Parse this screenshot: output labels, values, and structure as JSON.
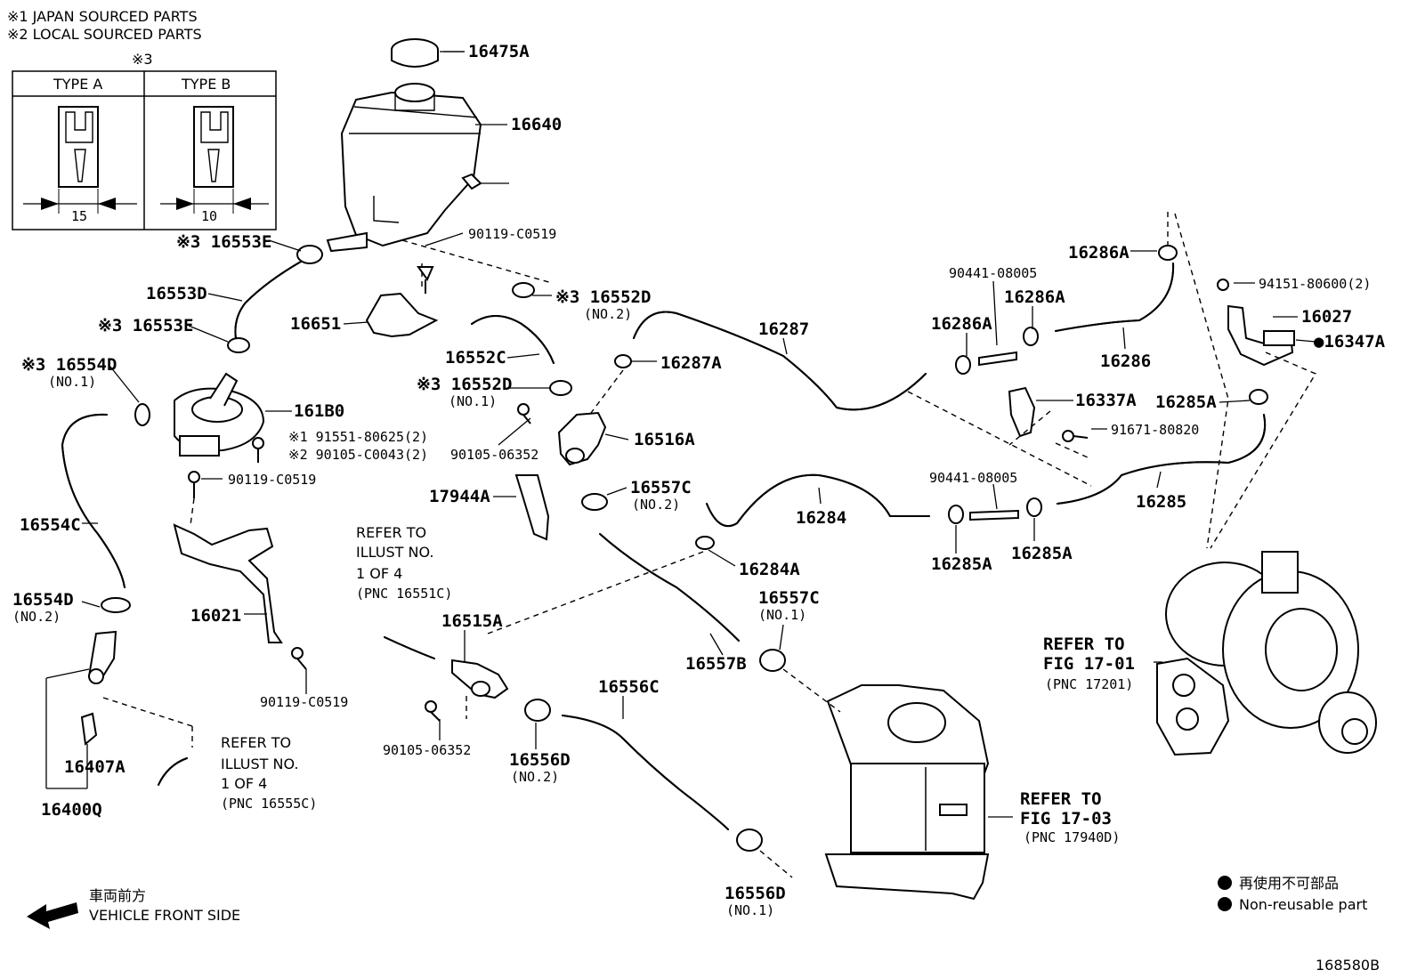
{
  "notes": {
    "note1": "※1  JAPAN SOURCED PARTS",
    "note2": "※2  LOCAL SOURCED PARTS",
    "note3": "※3"
  },
  "type_table": {
    "type_a": "TYPE A",
    "type_b": "TYPE B",
    "dim_a": "15",
    "dim_b": "10"
  },
  "parts": {
    "p16475A": "16475A",
    "p16640": "16640",
    "p16553E_top": "※3 16553E",
    "p90119_C0519_a": "90119-C0519",
    "p16553D": "16553D",
    "p16651": "16651",
    "p16552D_no2": "※3 16552D",
    "p16552D_no2_sub": "(NO.2)",
    "p16553E_mid": "※3 16553E",
    "p16552C": "16552C",
    "p16287": "16287",
    "p16287A": "16287A",
    "p16554D_no1": "※3 16554D",
    "p16554D_no1_sub": "(NO.1)",
    "p16552D_no1": "※3 16552D",
    "p16552D_no1_sub": "(NO.1)",
    "p161B0": "161B0",
    "p91551": "※1  91551-80625(2)",
    "p90105_C0043": "※2  90105-C0043(2)",
    "p90105_06352_a": "90105-06352",
    "p16516A": "16516A",
    "p90119_C0519_b": "90119-C0519",
    "p17944A": "17944A",
    "p16557C_no2": "16557C",
    "p16557C_no2_sub": "(NO.2)",
    "p16554C": "16554C",
    "p16284": "16284",
    "p16284A": "16284A",
    "p16554D_no2": "16554D",
    "p16554D_no2_sub": "(NO.2)",
    "p16021": "16021",
    "p16515A": "16515A",
    "p16557C_no1": "16557C",
    "p16557C_no1_sub": "(NO.1)",
    "p16557B": "16557B",
    "p90119_C0519_c": "90119-C0519",
    "p16556C": "16556C",
    "p16407A": "16407A",
    "p16400Q": "16400Q",
    "p90105_06352_b": "90105-06352",
    "p16556D_no2": "16556D",
    "p16556D_no2_sub": "(NO.2)",
    "p16556D_no1": "16556D",
    "p16556D_no1_sub": "(NO.1)",
    "p16286A_top": "16286A",
    "p90441_08005_a": "90441-08005",
    "p16286A_mid": "16286A",
    "p16286A_left": "16286A",
    "p16286": "16286",
    "p94151": "94151-80600(2)",
    "p16027": "16027",
    "p16347A": "●16347A",
    "p16337A": "16337A",
    "p16285A_top": "16285A",
    "p91671": "91671-80820",
    "p90441_08005_b": "90441-08005",
    "p16285": "16285",
    "p16285A_l": "16285A",
    "p16285A_r": "16285A"
  },
  "refs": {
    "ref1": [
      "REFER TO",
      "ILLUST NO.",
      "1 OF 4",
      "(PNC 16551C)"
    ],
    "ref2": [
      "REFER TO",
      "ILLUST NO.",
      "1 OF 4",
      "(PNC 16555C)"
    ],
    "ref3": [
      "REFER TO",
      "FIG 17-01",
      "(PNC 17201)"
    ],
    "ref4": [
      "REFER TO",
      "FIG 17-03",
      "(PNC 17940D)"
    ]
  },
  "legend": {
    "jp": "再使用不可部品",
    "en": "Non-reusable part"
  },
  "footer": {
    "front_jp": "車両前方",
    "front_en": "VEHICLE FRONT SIDE",
    "code": "168580B"
  }
}
